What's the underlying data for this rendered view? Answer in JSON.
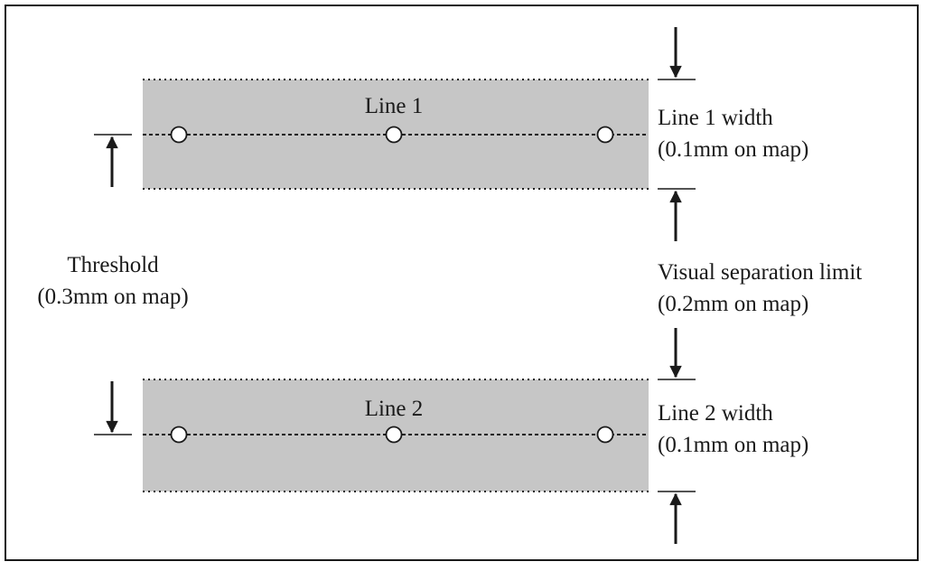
{
  "colors": {
    "band_fill": "#c6c6c6",
    "stroke": "#1a1a1a",
    "point_fill": "#ffffff",
    "background": "#ffffff"
  },
  "line1": {
    "label": "Line 1",
    "width_label": "Line 1 width",
    "width_value": "(0.1mm on map)"
  },
  "line2": {
    "label": "Line 2",
    "width_label": "Line 2 width",
    "width_value": "(0.1mm on map)"
  },
  "threshold": {
    "label": "Threshold",
    "value": "(0.3mm on map)"
  },
  "separation": {
    "label": "Visual separation limit",
    "value": "(0.2mm on map)"
  },
  "icons": {
    "arrow": "arrow-icon",
    "vertex": "vertex-circle-icon"
  }
}
